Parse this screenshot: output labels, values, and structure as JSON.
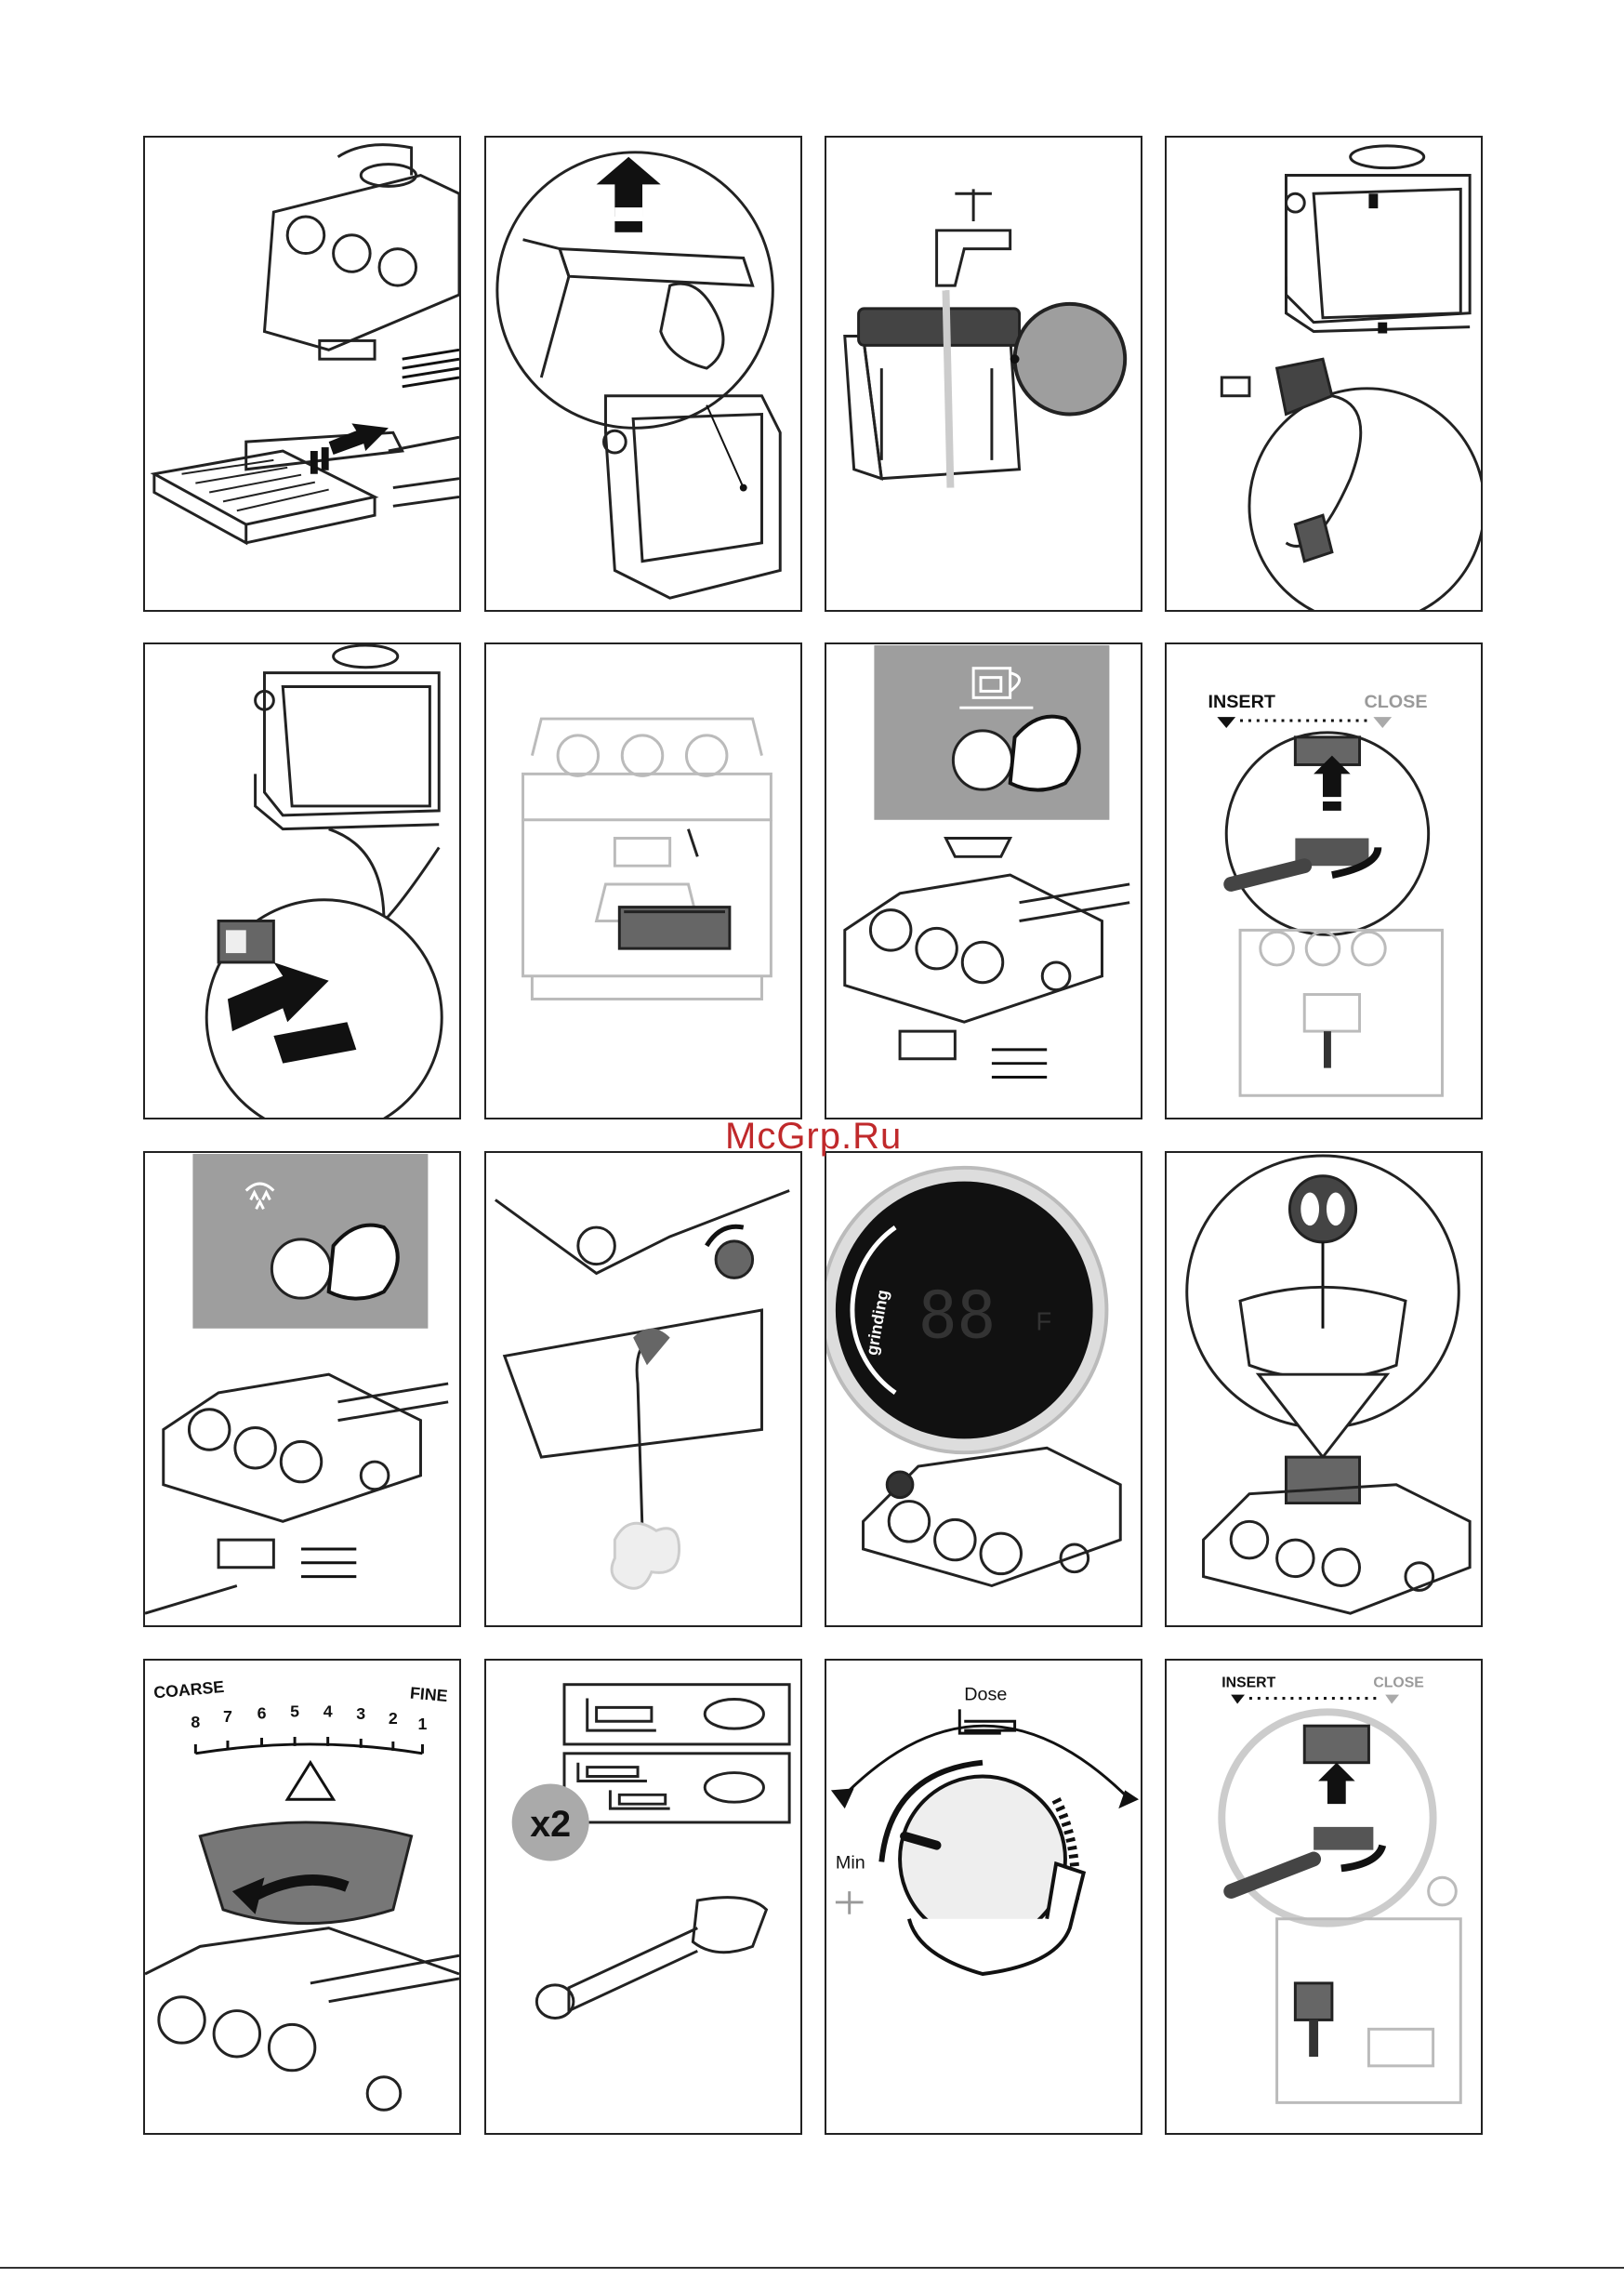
{
  "watermark": "McGrp.Ru",
  "p8": {
    "insert": "INSERT",
    "close": "CLOSE"
  },
  "p11": {
    "status_word": "grinding",
    "digits": "88",
    "unit": "F"
  },
  "p13": {
    "coarse": "COARSE",
    "fine": "FINE",
    "scale": [
      "8",
      "7",
      "6",
      "5",
      "4",
      "3",
      "2",
      "1"
    ]
  },
  "p14": {
    "multiplier": "x2"
  },
  "p15": {
    "dose": "Dose",
    "min": "Min"
  },
  "p16": {
    "insert": "INSERT",
    "close": "CLOSE"
  },
  "colors": {
    "panel_border": "#222222",
    "grey_box": "#9e9e9e",
    "watermark": "#c0292b"
  }
}
